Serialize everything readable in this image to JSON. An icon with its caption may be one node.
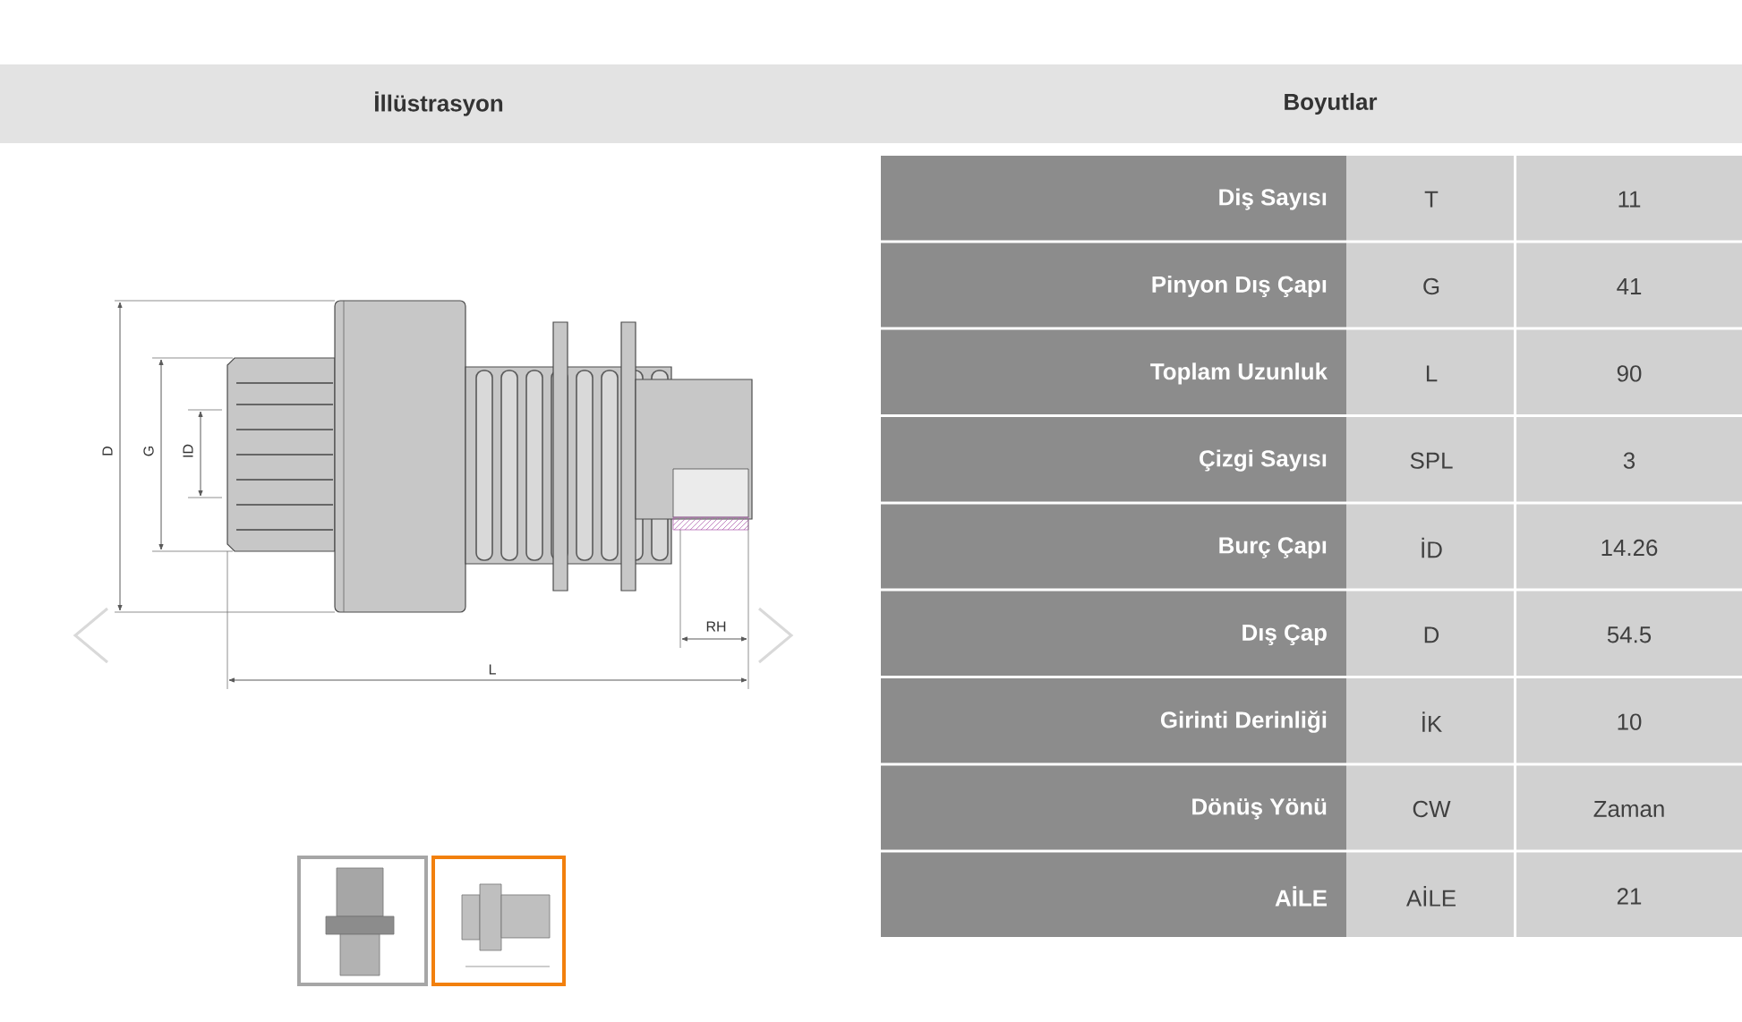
{
  "diagram": {
    "labels": [
      "İllüstrasyon",
      "Boyutlar",
      "D",
      "G",
      "ID",
      "RH",
      "L",
      "Diş Sayısı",
      "T",
      "11",
      "Pinyon Dış Çapı",
      "G",
      "41",
      "Toplam Uzunluk",
      "L",
      "90",
      "Çizgi Sayısı",
      "SPL",
      "3",
      "Burç Çapı",
      "İD",
      "14.26",
      "Dış Çap",
      "D",
      "54.5",
      "Girinti Derinliği",
      "İK",
      "10",
      "Dönüş Yönü",
      "CW",
      "Zaman",
      "AİLE",
      "AİLE",
      "21"
    ]
  }
}
